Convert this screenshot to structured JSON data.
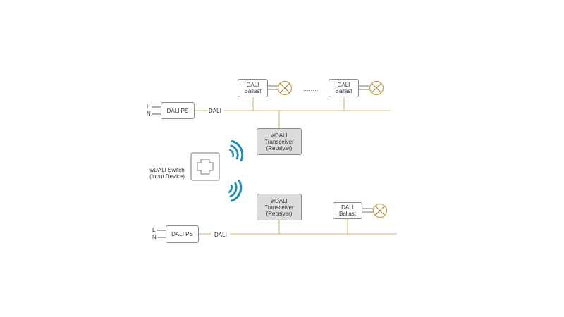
{
  "colors": {
    "bus": "#d8b86a",
    "wifi": "#1a8fb8",
    "box_border": "#8a8a8a",
    "transceiver_fill": "#dcdcdc",
    "text": "#333333"
  },
  "icons": [
    "lamp-icon",
    "wireless-signal-icon",
    "switch-button-icon"
  ],
  "top_network": {
    "line_label_l": "L",
    "line_label_n": "N",
    "power_supply": "DALI PS",
    "bus_label": "DALI",
    "ballast_1": [
      "DALI",
      "Ballast"
    ],
    "ellipsis": "........",
    "ballast_2": [
      "DALI",
      "Ballast"
    ],
    "transceiver": [
      "wDALI",
      "Transceiver",
      "(Receiver)"
    ]
  },
  "switch": {
    "label": [
      "wDALI Switch",
      "(Input Device)"
    ]
  },
  "bottom_network": {
    "line_label_l": "L",
    "line_label_n": "N",
    "power_supply": "DALI PS",
    "bus_label": "DALI",
    "transceiver": [
      "wDALI",
      "Transceiver",
      "(Receiver)"
    ],
    "ballast_1": [
      "DALI",
      "Ballast"
    ]
  }
}
